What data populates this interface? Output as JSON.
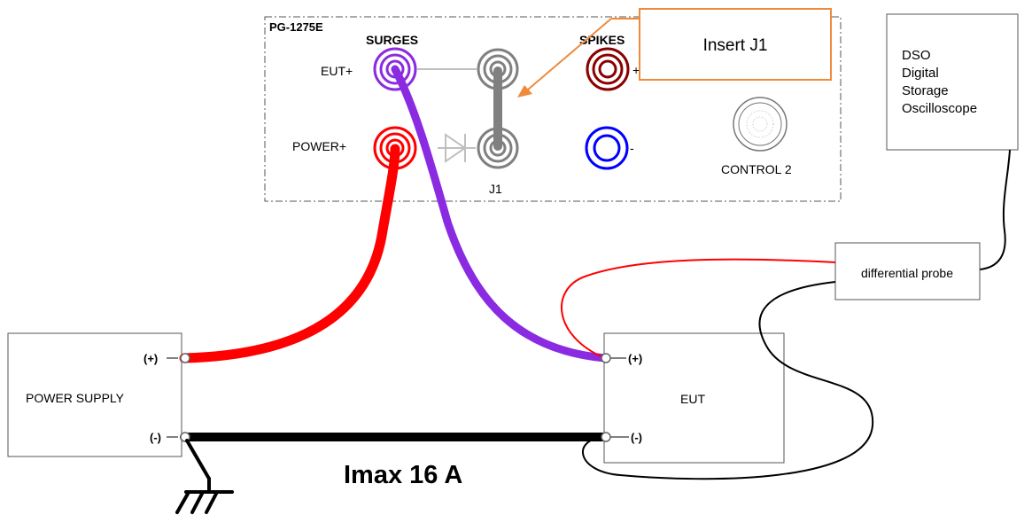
{
  "generator": {
    "model": "PG-1275E",
    "surges_label": "SURGES",
    "spikes_label": "SPIKES",
    "eut_plus_label": "EUT+",
    "power_plus_label": "POWER+",
    "jumper_label": "J1",
    "spikes_plus_label": "+",
    "spikes_minus_label": "-",
    "control_label": "CONTROL 2"
  },
  "callout": {
    "text": "Insert J1",
    "color": "#f08a3a"
  },
  "dso": {
    "lines": [
      "DSO",
      "Digital",
      "Storage",
      "Oscilloscope"
    ]
  },
  "probe": {
    "label": "differential probe"
  },
  "power_supply": {
    "label": "POWER SUPPLY",
    "plus_label": "(+)",
    "minus_label": "(-)"
  },
  "eut": {
    "label": "EUT",
    "plus_label": "(+)",
    "minus_label": "(-)"
  },
  "ground_wire": {
    "label": "Imax 16 A"
  },
  "colors": {
    "surge_eut": "#8a2be2",
    "power": "#ff0000",
    "spikes_plus": "#8b0000",
    "spikes_minus": "#0000ff",
    "jumper": "#808080",
    "ground": "#000000",
    "probe_red": "#ff0000"
  }
}
